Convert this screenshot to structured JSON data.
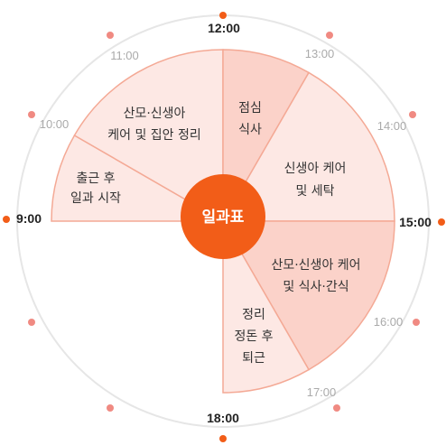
{
  "title": "일과표",
  "colors": {
    "accent": "#f25d18",
    "dot_light": "#f08a82",
    "ring": "#e6e6e6",
    "seg_light": "#fde8e4",
    "seg_mid": "#fbd2c9",
    "seg_border": "#f4a995",
    "major_text": "#222222",
    "minor_text": "#aaaaaa"
  },
  "hours": {
    "h9": "9:00",
    "h10": "10:00",
    "h11": "11:00",
    "h12": "12:00",
    "h13": "13:00",
    "h14": "14:00",
    "h15": "15:00",
    "h16": "16:00",
    "h17": "17:00",
    "h18": "18:00"
  },
  "segments": {
    "arrive": {
      "line1": "출근 후",
      "line2": "일과 시작"
    },
    "care_clean": {
      "line1": "산모·신생아",
      "line2": "케어 및 집안 정리"
    },
    "lunch": {
      "line1": "점심",
      "line2": "식사"
    },
    "newborn": {
      "line1": "신생아 케어",
      "line2": "및 세탁"
    },
    "meal_snack": {
      "line1": "산모·신생아  케어",
      "line2": "및 식사·간식"
    },
    "leave": {
      "line1": "정리",
      "line2": "정돈 후",
      "line3": "퇴근"
    }
  }
}
